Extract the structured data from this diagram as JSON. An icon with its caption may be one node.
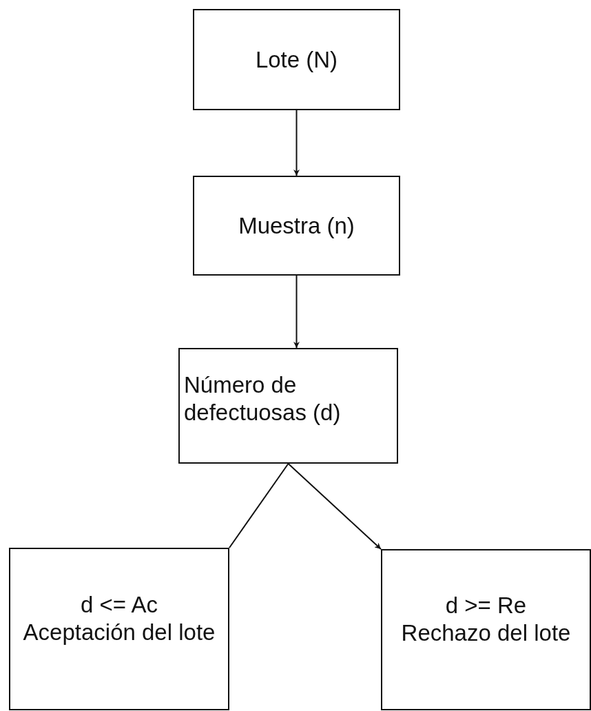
{
  "diagram": {
    "nodes": [
      {
        "text": [
          "Lote (N)"
        ]
      },
      {
        "text": [
          "Muestra (n)"
        ]
      },
      {
        "text": [
          "Número de defectuosas (d)"
        ]
      },
      {
        "text": [
          "d <= Ac",
          "Aceptación del lote"
        ]
      },
      {
        "text": [
          "d >= Re",
          "Rechazo del lote"
        ]
      }
    ],
    "edges": [
      {
        "from": 0,
        "to": 1,
        "arrow": "to"
      },
      {
        "from": 1,
        "to": 2,
        "arrow": "to"
      },
      {
        "from": 2,
        "to": 3,
        "arrow": "none"
      },
      {
        "from": 2,
        "to": 4,
        "arrow": "to"
      }
    ]
  }
}
